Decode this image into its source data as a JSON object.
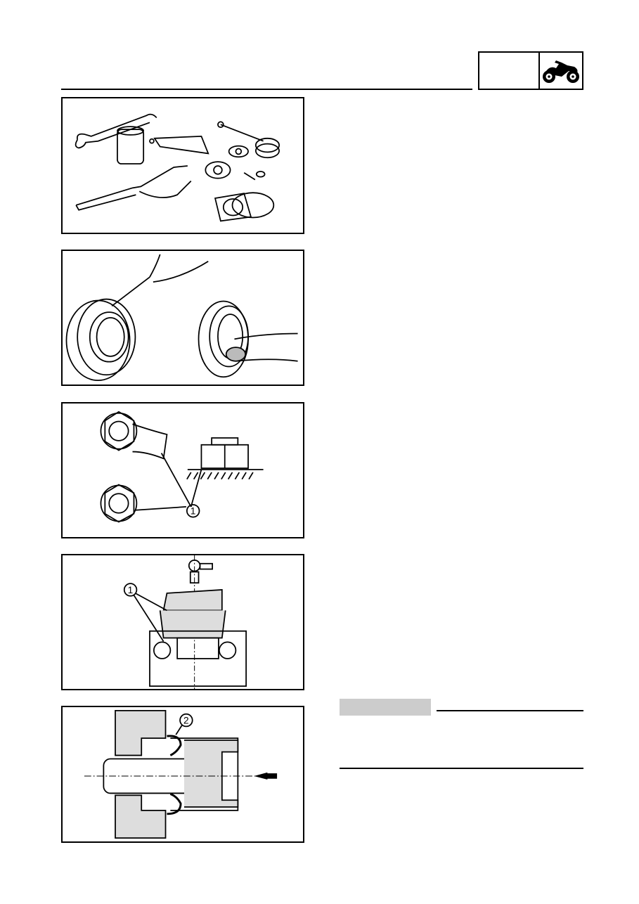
{
  "header": {
    "section_box_text": "",
    "icon": "motorcycle-icon"
  },
  "figures": [
    {
      "id": "fig-1",
      "subject": "special tools set",
      "callouts": []
    },
    {
      "id": "fig-2",
      "subject": "bearing and oil seal inspection",
      "callouts": []
    },
    {
      "id": "fig-3",
      "subject": "lock nut staking",
      "callouts": [
        "1"
      ]
    },
    {
      "id": "fig-4",
      "subject": "bearing installation",
      "callouts": [
        "1"
      ]
    },
    {
      "id": "fig-5",
      "subject": "oil seal installation",
      "callouts": [
        "2"
      ]
    }
  ],
  "note": {
    "label": "",
    "body": ""
  },
  "colors": {
    "ink": "#000000",
    "note_label_bg": "#cccccc"
  }
}
